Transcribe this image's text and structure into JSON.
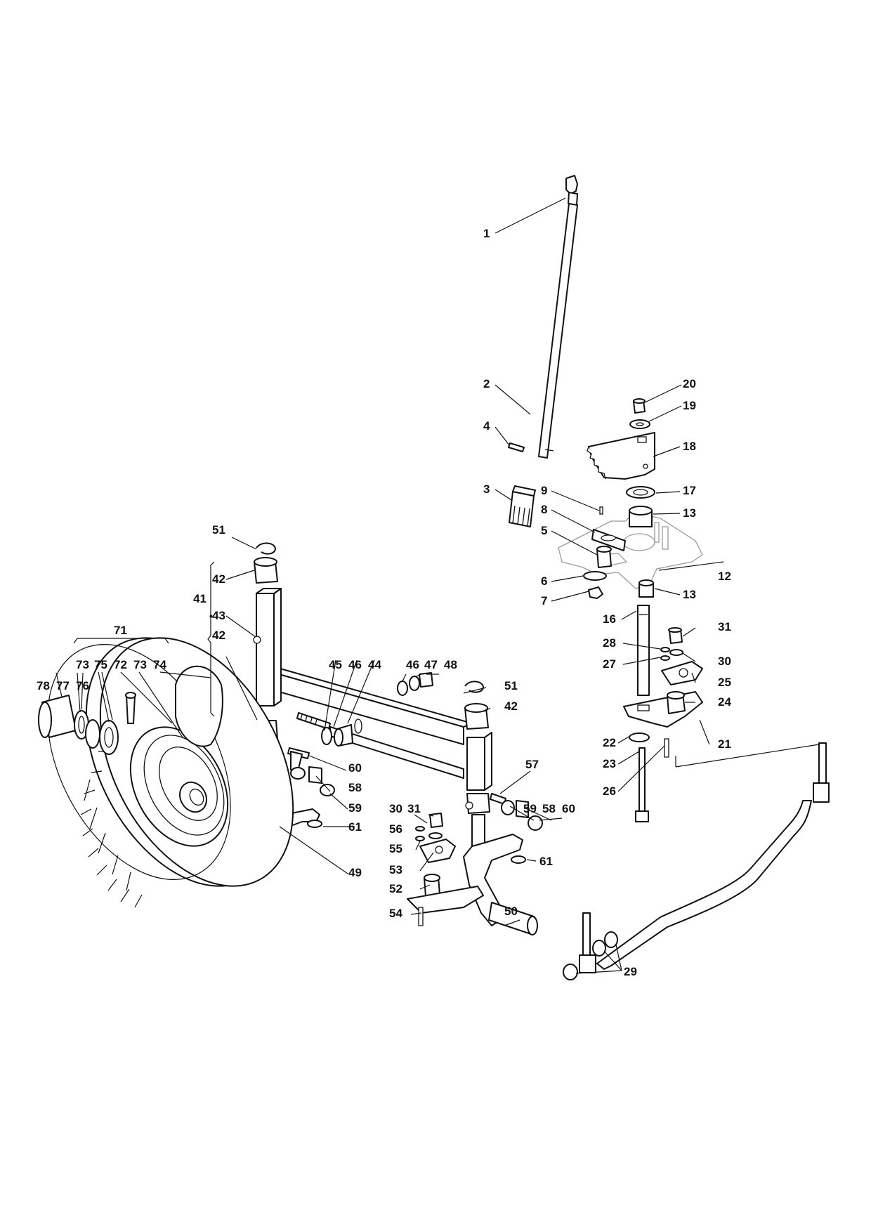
{
  "diagram": {
    "callouts": [
      {
        "id": "c1",
        "text": "1"
      },
      {
        "id": "c2",
        "text": "2"
      },
      {
        "id": "c4",
        "text": "4"
      },
      {
        "id": "c3",
        "text": "3"
      },
      {
        "id": "c20",
        "text": "20"
      },
      {
        "id": "c19",
        "text": "19"
      },
      {
        "id": "c18",
        "text": "18"
      },
      {
        "id": "c17",
        "text": "17"
      },
      {
        "id": "c9",
        "text": "9"
      },
      {
        "id": "c8",
        "text": "8"
      },
      {
        "id": "c13a",
        "text": "13"
      },
      {
        "id": "c5",
        "text": "5"
      },
      {
        "id": "c12",
        "text": "12"
      },
      {
        "id": "c6",
        "text": "6"
      },
      {
        "id": "c7",
        "text": "7"
      },
      {
        "id": "c13b",
        "text": "13"
      },
      {
        "id": "c16",
        "text": "16"
      },
      {
        "id": "c31a",
        "text": "31"
      },
      {
        "id": "c28",
        "text": "28"
      },
      {
        "id": "c30a",
        "text": "30"
      },
      {
        "id": "c27",
        "text": "27"
      },
      {
        "id": "c25",
        "text": "25"
      },
      {
        "id": "c24",
        "text": "24"
      },
      {
        "id": "c21",
        "text": "21"
      },
      {
        "id": "c22",
        "text": "22"
      },
      {
        "id": "c23",
        "text": "23"
      },
      {
        "id": "c26",
        "text": "26"
      },
      {
        "id": "c51a",
        "text": "51"
      },
      {
        "id": "c42a",
        "text": "42"
      },
      {
        "id": "c41",
        "text": "41"
      },
      {
        "id": "c43",
        "text": "43"
      },
      {
        "id": "c42b",
        "text": "42"
      },
      {
        "id": "c71",
        "text": "71"
      },
      {
        "id": "c73a",
        "text": "73"
      },
      {
        "id": "c75",
        "text": "75"
      },
      {
        "id": "c72",
        "text": "72"
      },
      {
        "id": "c73b",
        "text": "73"
      },
      {
        "id": "c74",
        "text": "74"
      },
      {
        "id": "c78",
        "text": "78"
      },
      {
        "id": "c77",
        "text": "77"
      },
      {
        "id": "c76",
        "text": "76"
      },
      {
        "id": "c45",
        "text": "45"
      },
      {
        "id": "c46a",
        "text": "46"
      },
      {
        "id": "c44",
        "text": "44"
      },
      {
        "id": "c46b",
        "text": "46"
      },
      {
        "id": "c47",
        "text": "47"
      },
      {
        "id": "c48",
        "text": "48"
      },
      {
        "id": "c51b",
        "text": "51"
      },
      {
        "id": "c42c",
        "text": "42"
      },
      {
        "id": "c60a",
        "text": "60"
      },
      {
        "id": "c58a",
        "text": "58"
      },
      {
        "id": "c59a",
        "text": "59"
      },
      {
        "id": "c61a",
        "text": "61"
      },
      {
        "id": "c49",
        "text": "49"
      },
      {
        "id": "c57",
        "text": "57"
      },
      {
        "id": "c30b",
        "text": "30"
      },
      {
        "id": "c31b",
        "text": "31"
      },
      {
        "id": "c59b",
        "text": "59"
      },
      {
        "id": "c58b",
        "text": "58"
      },
      {
        "id": "c60b",
        "text": "60"
      },
      {
        "id": "c56",
        "text": "56"
      },
      {
        "id": "c55",
        "text": "55"
      },
      {
        "id": "c53",
        "text": "53"
      },
      {
        "id": "c52",
        "text": "52"
      },
      {
        "id": "c61b",
        "text": "61"
      },
      {
        "id": "c54",
        "text": "54"
      },
      {
        "id": "c50",
        "text": "50"
      },
      {
        "id": "c29",
        "text": "29"
      }
    ],
    "bracket_marker": "•"
  }
}
